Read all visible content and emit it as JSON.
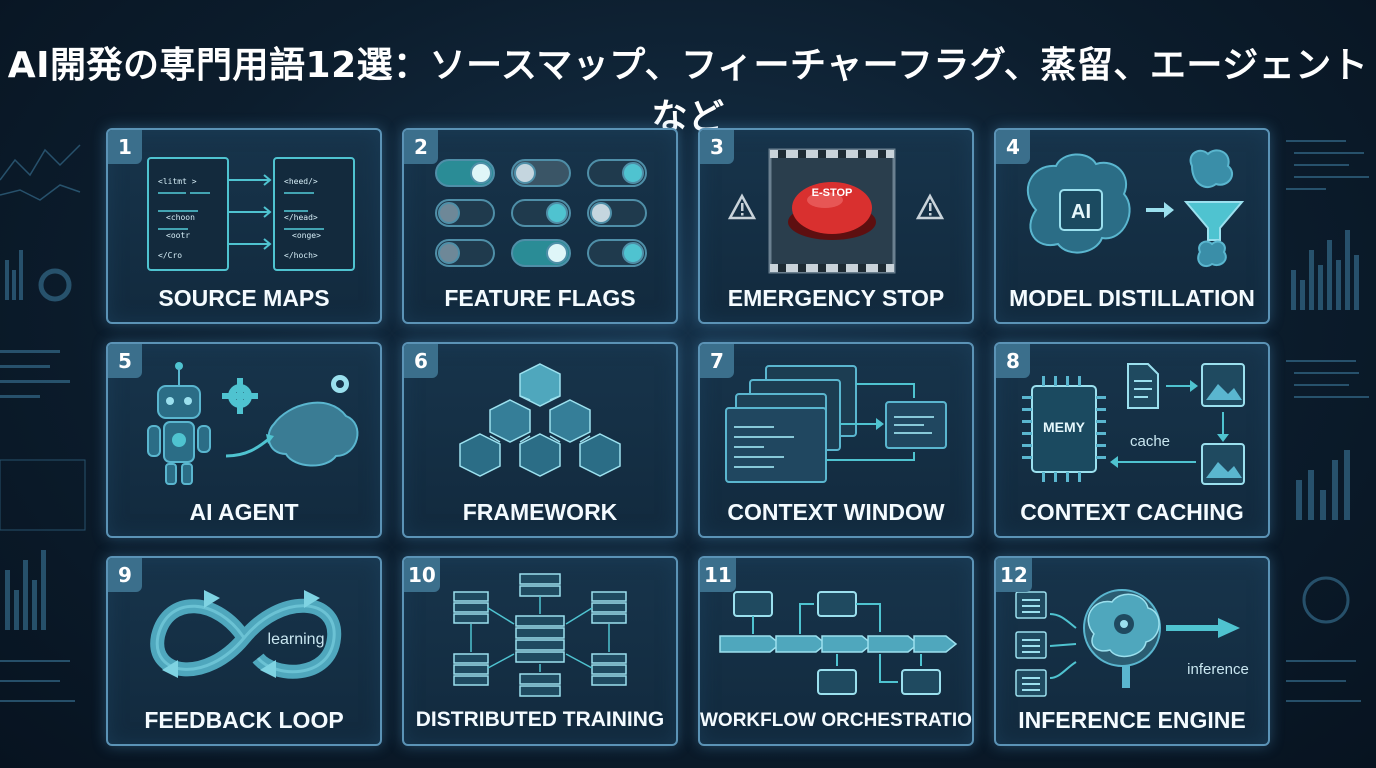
{
  "title": "AI開発の専門用語12選：ソースマップ、フィーチャーフラグ、蒸留、エージェントなど",
  "cards": [
    {
      "num": "1",
      "label": "SOURCE MAPS",
      "icon": "source-code-files",
      "file_left": [
        "<litmt >",
        "<choon",
        "<ootr",
        "</Cro"
      ],
      "file_right": [
        "<heed/>",
        "</head>",
        "<onge>",
        "</hoch>"
      ]
    },
    {
      "num": "2",
      "label": "FEATURE FLAGS",
      "icon": "toggle-switches"
    },
    {
      "num": "3",
      "label": "EMERGENCY STOP",
      "icon": "emergency-stop-button",
      "button_text": "E-STOP"
    },
    {
      "num": "4",
      "label": "MODEL DISTILLATION",
      "icon": "brain-funnel",
      "chip_text": "AI"
    },
    {
      "num": "5",
      "label": "AI AGENT",
      "icon": "robot-brain-gears"
    },
    {
      "num": "6",
      "label": "FRAMEWORK",
      "icon": "cube-network"
    },
    {
      "num": "7",
      "label": "CONTEXT WINDOW",
      "icon": "stacked-windows"
    },
    {
      "num": "8",
      "label": "CONTEXT CACHING",
      "icon": "memory-cache",
      "chip_text": "MEMY",
      "cache_text": "cache"
    },
    {
      "num": "9",
      "label": "FEEDBACK LOOP",
      "icon": "infinity-loop",
      "loop_text": "learning"
    },
    {
      "num": "10",
      "label": "DISTRIBUTED TRAINING",
      "icon": "server-network"
    },
    {
      "num": "11",
      "label": "WORKFLOW ORCHESTRATION",
      "icon": "workflow-pipeline"
    },
    {
      "num": "12",
      "label": "INFERENCE ENGINE",
      "icon": "brain-inference",
      "infer_text": "inference"
    }
  ],
  "colors": {
    "accent": "#5b93b6",
    "teal": "#4fc3d0",
    "card_bg": "#17344b",
    "red": "#d9302f"
  }
}
